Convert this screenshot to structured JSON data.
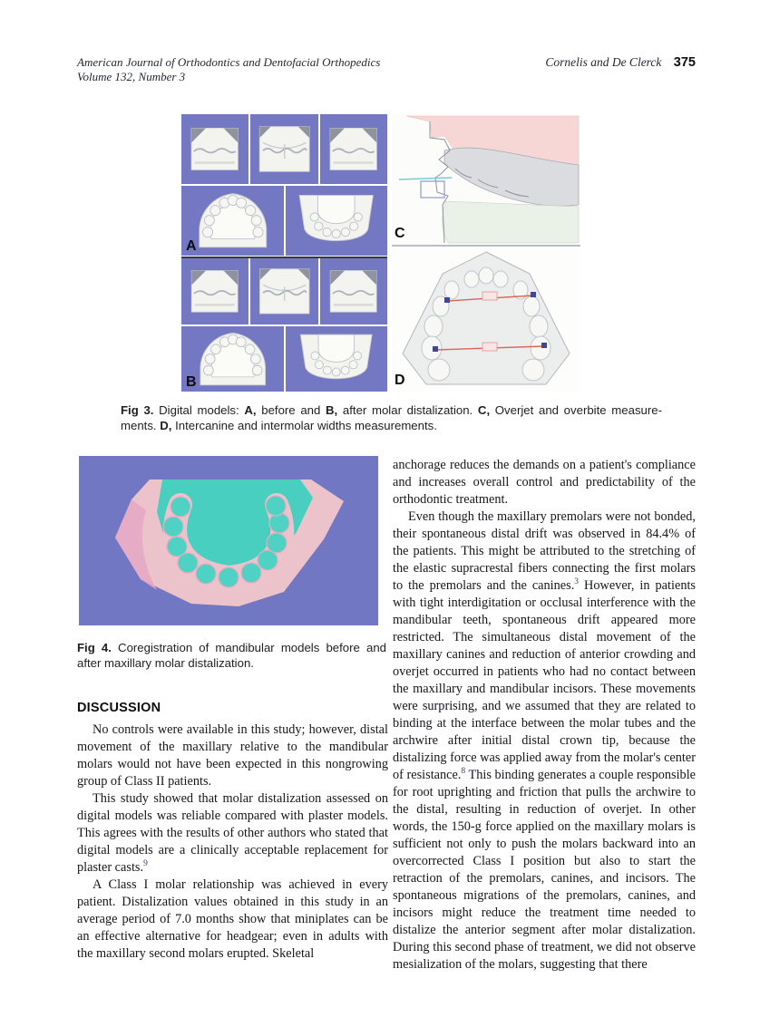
{
  "header": {
    "journal_line1": "American Journal of Orthodontics and Dentofacial Orthopedics",
    "journal_line2": "Volume 132, Number 3",
    "authors": "Cornelis and De Clerck",
    "page_number": "375"
  },
  "figure3": {
    "labels": [
      "A",
      "B",
      "C",
      "D"
    ],
    "caption": [
      {
        "b": "Fig 3."
      },
      {
        "t": " Digital models: "
      },
      {
        "b": "A,"
      },
      {
        "t": " before and "
      },
      {
        "b": "B,"
      },
      {
        "t": " after molar distalization. "
      },
      {
        "b": "C,"
      },
      {
        "t": " Overjet and overbite measure­ments. "
      },
      {
        "b": "D,"
      },
      {
        "t": " Intercanine and intermolar widths measurements."
      }
    ]
  },
  "figure4": {
    "caption": [
      {
        "b": "Fig 4."
      },
      {
        "t": " Coregistration of mandibular models before and after maxillary molar distalization."
      }
    ]
  },
  "discussion": {
    "heading": "DISCUSSION"
  },
  "left_column": {
    "paragraphs": [
      {
        "indent": true,
        "segments": [
          {
            "t": "No controls were available in this study; however, distal movement of the maxillary relative to the man­dibular molars would not have been expected in this nongrowing group of Class II patients."
          }
        ]
      },
      {
        "indent": true,
        "segments": [
          {
            "t": "This study showed that molar distalization assessed on digital models was reliable compared with plaster models. This agrees with the results of other authors who stated that digital models are a clinically accept­able replacement for plaster casts."
          },
          {
            "sup": "9"
          }
        ]
      },
      {
        "indent": true,
        "segments": [
          {
            "t": "A Class I molar relationship was achieved in every patient. Distalization values obtained in this study in an average period of 7.0 months show that miniplates can be an effective alternative for headgear; even in adults with the maxillary second molars erupted. Skeletal"
          }
        ]
      }
    ]
  },
  "right_column": {
    "paragraphs": [
      {
        "indent": false,
        "segments": [
          {
            "t": "anchorage reduces the demands on a patient's compli­ance and increases overall control and predictability of the orthodontic treatment."
          }
        ]
      },
      {
        "indent": true,
        "segments": [
          {
            "t": "Even though the maxillary premolars were not bonded, their spontaneous distal drift was observed in 84.4% of the patients. This might be attributed to the stretching of the elastic supracrestal fibers connecting the first molars to the premolars and the canines."
          },
          {
            "sup": "3"
          },
          {
            "t": " However, in patients with tight interdigitation or occlu­sal interference with the mandibular teeth, spontaneous drift appeared more restricted. The simultaneous distal movement of the maxillary canines and reduction of anterior crowding and overjet occurred in patients who had no contact between the maxillary and mandibular incisors. These movements were surprising, and we assumed that they are related to binding at the interface between the molar tubes and the archwire after initial distal crown tip, because the distalizing force was applied away from the molar's center of resistance."
          },
          {
            "sup": "8"
          },
          {
            "t": " This binding generates a couple responsible for root uprighting and friction that pulls the archwire to the distal, resulting in reduction of overjet. In other words, the 150-g force applied on the maxillary molars is sufficient not only to push the molars backward into an overcorrected Class I position but also to start the retraction of the premolars, canines, and incisors. The spontaneous migrations of the premolars, canines, and incisors might reduce the treatment time needed to distalize the anterior segment after molar distalization. During this second phase of treatment, we did not observe mesialization of the molars, suggesting that there"
          }
        ]
      }
    ]
  },
  "colors": {
    "figure_background_blue": "#7478c2",
    "fig4_background_blue": "#7277c4",
    "model_teal": "#49cfc0",
    "model_pink": "#edc3cb",
    "panel_c_maxilla_pink": "#f7d7d6",
    "panel_c_mandible_green": "#eaf1e7",
    "measurement_line_red": "#dd6757",
    "measurement_point_blue": "#3f4796",
    "overjet_line_cyan": "#79cbd1",
    "reference_link_blue": "#2b3a8c"
  }
}
